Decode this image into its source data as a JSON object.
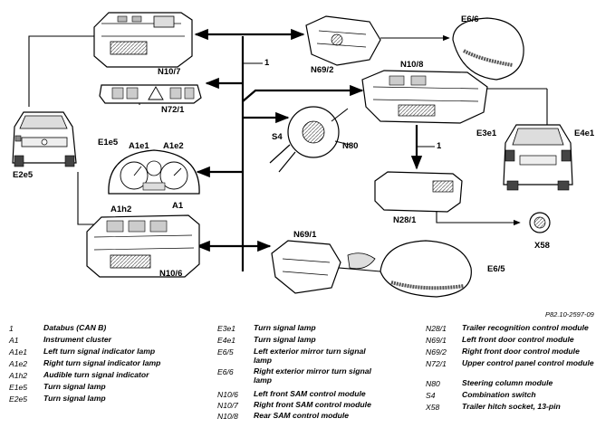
{
  "diagram": {
    "labels": {
      "n10_7": "N10/7",
      "n72_1": "N72/1",
      "n69_2": "N69/2",
      "e6_6": "E6/6",
      "n10_8": "N10/8",
      "e3e1": "E3e1",
      "e4e1": "E4e1",
      "s4": "S4",
      "n80": "N80",
      "e1e5": "E1e5",
      "a1e1": "A1e1",
      "a1e2": "A1e2",
      "a1h2": "A1h2",
      "a1": "A1",
      "e2e5": "E2e5",
      "n28_1": "N28/1",
      "x58": "X58",
      "n10_6": "N10/6",
      "n69_1": "N69/1",
      "e6_5": "E6/5",
      "bus1_a": "1",
      "bus1_b": "1"
    },
    "reference": "P82.10-2597-09"
  },
  "legend": {
    "col1": [
      {
        "code": "1",
        "desc": "Databus (CAN B)"
      },
      {
        "code": "A1",
        "desc": "Instrument cluster"
      },
      {
        "code": "A1e1",
        "desc": "Left turn signal indicator lamp"
      },
      {
        "code": "A1e2",
        "desc": "Right turn signal indicator lamp"
      },
      {
        "code": "A1h2",
        "desc": "Audible turn signal indicator"
      },
      {
        "code": "E1e5",
        "desc": "Turn signal lamp"
      },
      {
        "code": "E2e5",
        "desc": "Turn signal lamp"
      }
    ],
    "col2": [
      {
        "code": "E3e1",
        "desc": "Turn signal lamp"
      },
      {
        "code": "E4e1",
        "desc": "Turn signal lamp"
      },
      {
        "code": "E6/5",
        "desc": "Left exterior mirror turn signal lamp"
      },
      {
        "code": "E6/6",
        "desc": "Right exterior mirror turn signal lamp"
      },
      {
        "code": "N10/6",
        "desc": "Left front SAM control module"
      },
      {
        "code": "N10/7",
        "desc": "Right front SAM control module"
      },
      {
        "code": "N10/8",
        "desc": "Rear SAM control module"
      }
    ],
    "col3": [
      {
        "code": "N28/1",
        "desc": "Trailer recognition control module"
      },
      {
        "code": "N69/1",
        "desc": "Left front door control module"
      },
      {
        "code": "N69/2",
        "desc": "Right front door control module"
      },
      {
        "code": "N72/1",
        "desc": "Upper control panel control module"
      },
      {
        "code": "N80",
        "desc": "Steering column module"
      },
      {
        "code": "S4",
        "desc": "Combination switch"
      },
      {
        "code": "X58",
        "desc": "Trailer hitch socket, 13-pin"
      }
    ]
  }
}
